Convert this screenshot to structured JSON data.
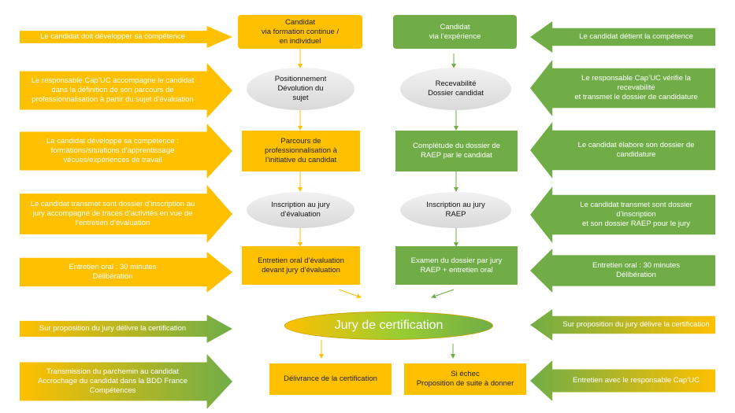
{
  "columns": {
    "left_header": "Candidat\nvia formation continue /\nen individuel",
    "right_header": "Candidat\nvia l’expérience"
  },
  "left_steps": [
    "Positionnement\nDévolution du\nsujet",
    "Parcours de\nprofessionnalisation à\nl’initiative du candidat",
    "Inscription au jury\nd’évaluation",
    "Entretien oral d’évaluation\ndevant jury d’évaluation"
  ],
  "right_steps": [
    "Recevabilité\nDossier candidat",
    "Complétude du dossier de\nRAEP par le candidat",
    "Inscription au jury\nRAEP",
    "Examen du dossier par jury\nRAEP + entretien oral"
  ],
  "left_notes": [
    "Le candidat doit développer  sa compétence",
    "Le responsable Cap’UC accompagne le candidat\ndans la définition de son parcours de\nprofessionnalisation à partir du sujet d’évaluation",
    "La candidat développe sa compétence :\nformations/situations d’apprentissage\nvécues/expériences de travail",
    "Le candidat transmet sont dossier d’inscription au\njury accompagné de traces d’activités en vue de\nl’entretien d’évaluation",
    "Entretien oral : 30 minutes\nDélibération",
    "Sur proposition du jury délivre la certification",
    "Transmission du parchemin au candidat\nAccrochage du candidat dans la BDD France\nCompétences"
  ],
  "right_notes": [
    "Le candidat détient la compétence",
    "Le responsable Cap’UC vérifie la recevabilité\net transmet le dossier de candidature",
    "Le candidat élabore son dossier de\ncandidature",
    "Le candidat transmet sont dossier d’inscription\net son dossier RAEP pour le jury",
    "Entretien oral : 30 minutes\nDélibération",
    "Sur proposition du jury délivre la certification",
    "Entretien  avec le responsable Cap’UC"
  ],
  "jury": "Jury de certification",
  "outcomes": {
    "success": "Délivrance de la certification",
    "failure": "Si échec\nProposition de suite à donner"
  },
  "colors": {
    "yellow": "#ffc000",
    "green": "#70ad47"
  }
}
